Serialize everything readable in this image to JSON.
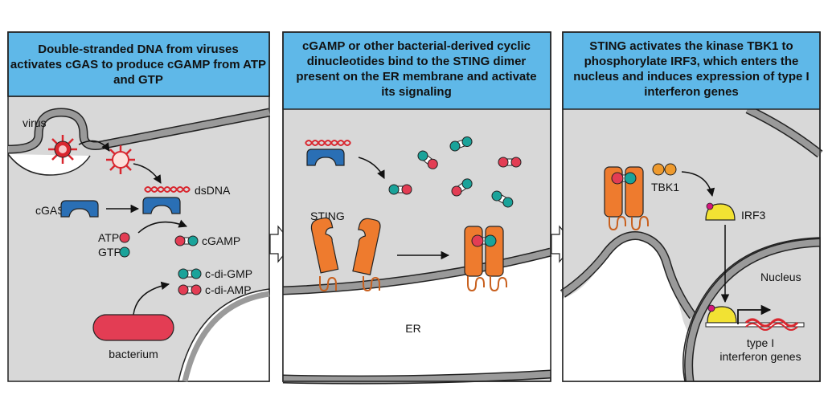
{
  "colors": {
    "header": "#5fb8e8",
    "cell": "#d8d8d8",
    "membrane": "#9a9a9a",
    "sting": "#ee7b2e",
    "cgas": "#2a6fb5",
    "dna": "#d9262e",
    "atp": "#e33d54",
    "gtp": "#1aa39a",
    "irf3": "#f2e233",
    "phospho": "#d4177c"
  },
  "panel1": {
    "header": [
      "Double-stranded DNA from viruses",
      "activates cGAS to produce cGAMP from ATP",
      "and GTP"
    ],
    "labels": {
      "virus": "virus",
      "dsdna": "dsDNA",
      "cgas": "cGAS",
      "atp": "ATP",
      "gtp": "GTP",
      "cgamp": "cGAMP",
      "cdigmp": "c-di-GMP",
      "cdiamp": "c-di-AMP",
      "bacterium": "bacterium"
    }
  },
  "panel2": {
    "header": [
      "cGAMP or other bacterial-derived cyclic",
      "dinucleotides bind to the STING dimer",
      "present on the ER membrane and activate",
      "its signaling"
    ],
    "labels": {
      "sting": "STING",
      "er": "ER"
    }
  },
  "panel3": {
    "header": [
      "STING activates the kinase TBK1 to",
      "phosphorylate IRF3, which enters the",
      "nucleus and induces expression of type I",
      "interferon genes"
    ],
    "labels": {
      "tbk1": "TBK1",
      "irf3": "IRF3",
      "nucleus": "Nucleus",
      "genes": [
        "type I",
        "interferon genes"
      ]
    }
  }
}
